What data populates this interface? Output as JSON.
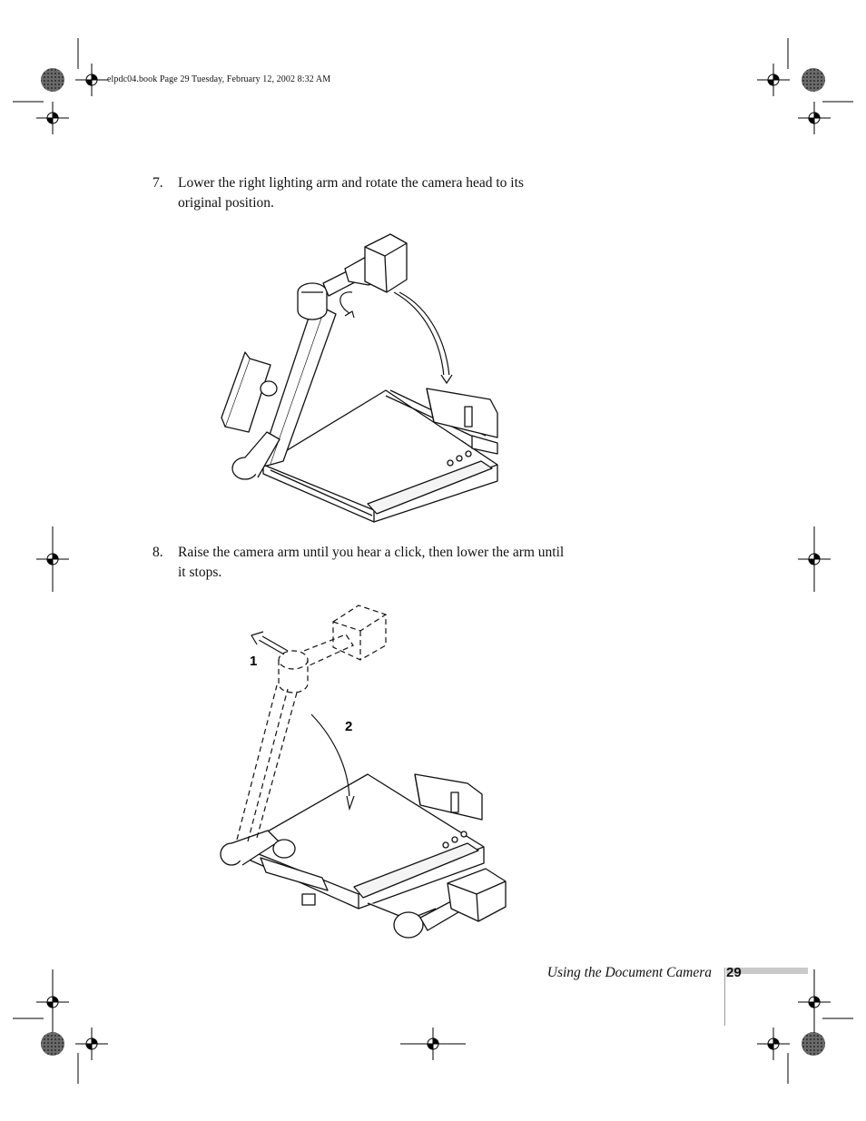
{
  "header": {
    "slug": "elpdc04.book  Page 29  Tuesday, February 12, 2002  8:32 AM"
  },
  "steps": [
    {
      "number": "7.",
      "text": "Lower the right lighting arm and rotate the camera head to its original position."
    },
    {
      "number": "8.",
      "text": "Raise the camera arm until you hear a click, then lower the arm until it stops."
    }
  ],
  "figure2": {
    "callouts": [
      "1",
      "2"
    ]
  },
  "footer": {
    "section_title": "Using the Document Camera",
    "page_number": "29"
  }
}
